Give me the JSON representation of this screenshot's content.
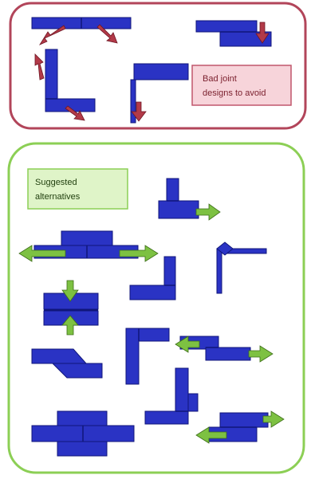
{
  "colors": {
    "joint_blue": "#2a33c4",
    "joint_edge": "#10167a",
    "bad_arrow": "#b23a48",
    "good_arrow": "#7dc142",
    "bad_panel_border": "#b2455a",
    "good_panel_border": "#8ccf55",
    "bad_note_fill": "#f7d4da",
    "bad_note_border": "#c0566c",
    "good_note_fill": "#dff4c8",
    "good_note_border": "#8ccf55"
  },
  "bad_panel": {
    "note_line1": "Bad joint",
    "note_line2": "designs to avoid"
  },
  "good_panel": {
    "note_line1": "Suggested",
    "note_line2": "alternatives"
  }
}
